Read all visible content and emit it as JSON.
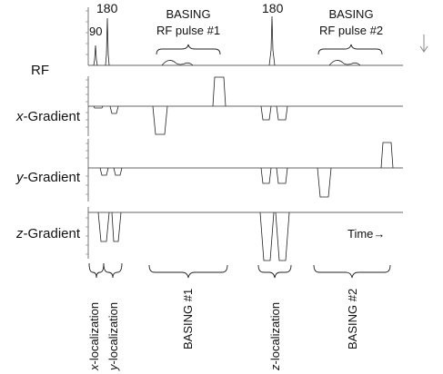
{
  "rows": {
    "rf": "RF",
    "x_var": "x",
    "x_suffix": "-Gradient",
    "y_var": "y",
    "y_suffix": "-Gradient",
    "z_var": "z",
    "z_suffix": "-Gradient"
  },
  "pulses": {
    "p90": "90",
    "p180a": "180",
    "p180b": "180",
    "basing1_title": "BASING",
    "basing1_sub": "RF pulse #1",
    "basing2_title": "BASING",
    "basing2_sub": "RF pulse #2"
  },
  "time_label": "Time→",
  "periods": {
    "xloc_var": "x",
    "xloc_suffix": "-localization",
    "yloc_var": "y",
    "yloc_suffix": "-localization",
    "basing1": "BASING #1",
    "zloc_var": "z",
    "zloc_suffix": "-localization",
    "basing2": "BASING #2"
  },
  "icons": {
    "corner": "down-arrow-icon"
  }
}
